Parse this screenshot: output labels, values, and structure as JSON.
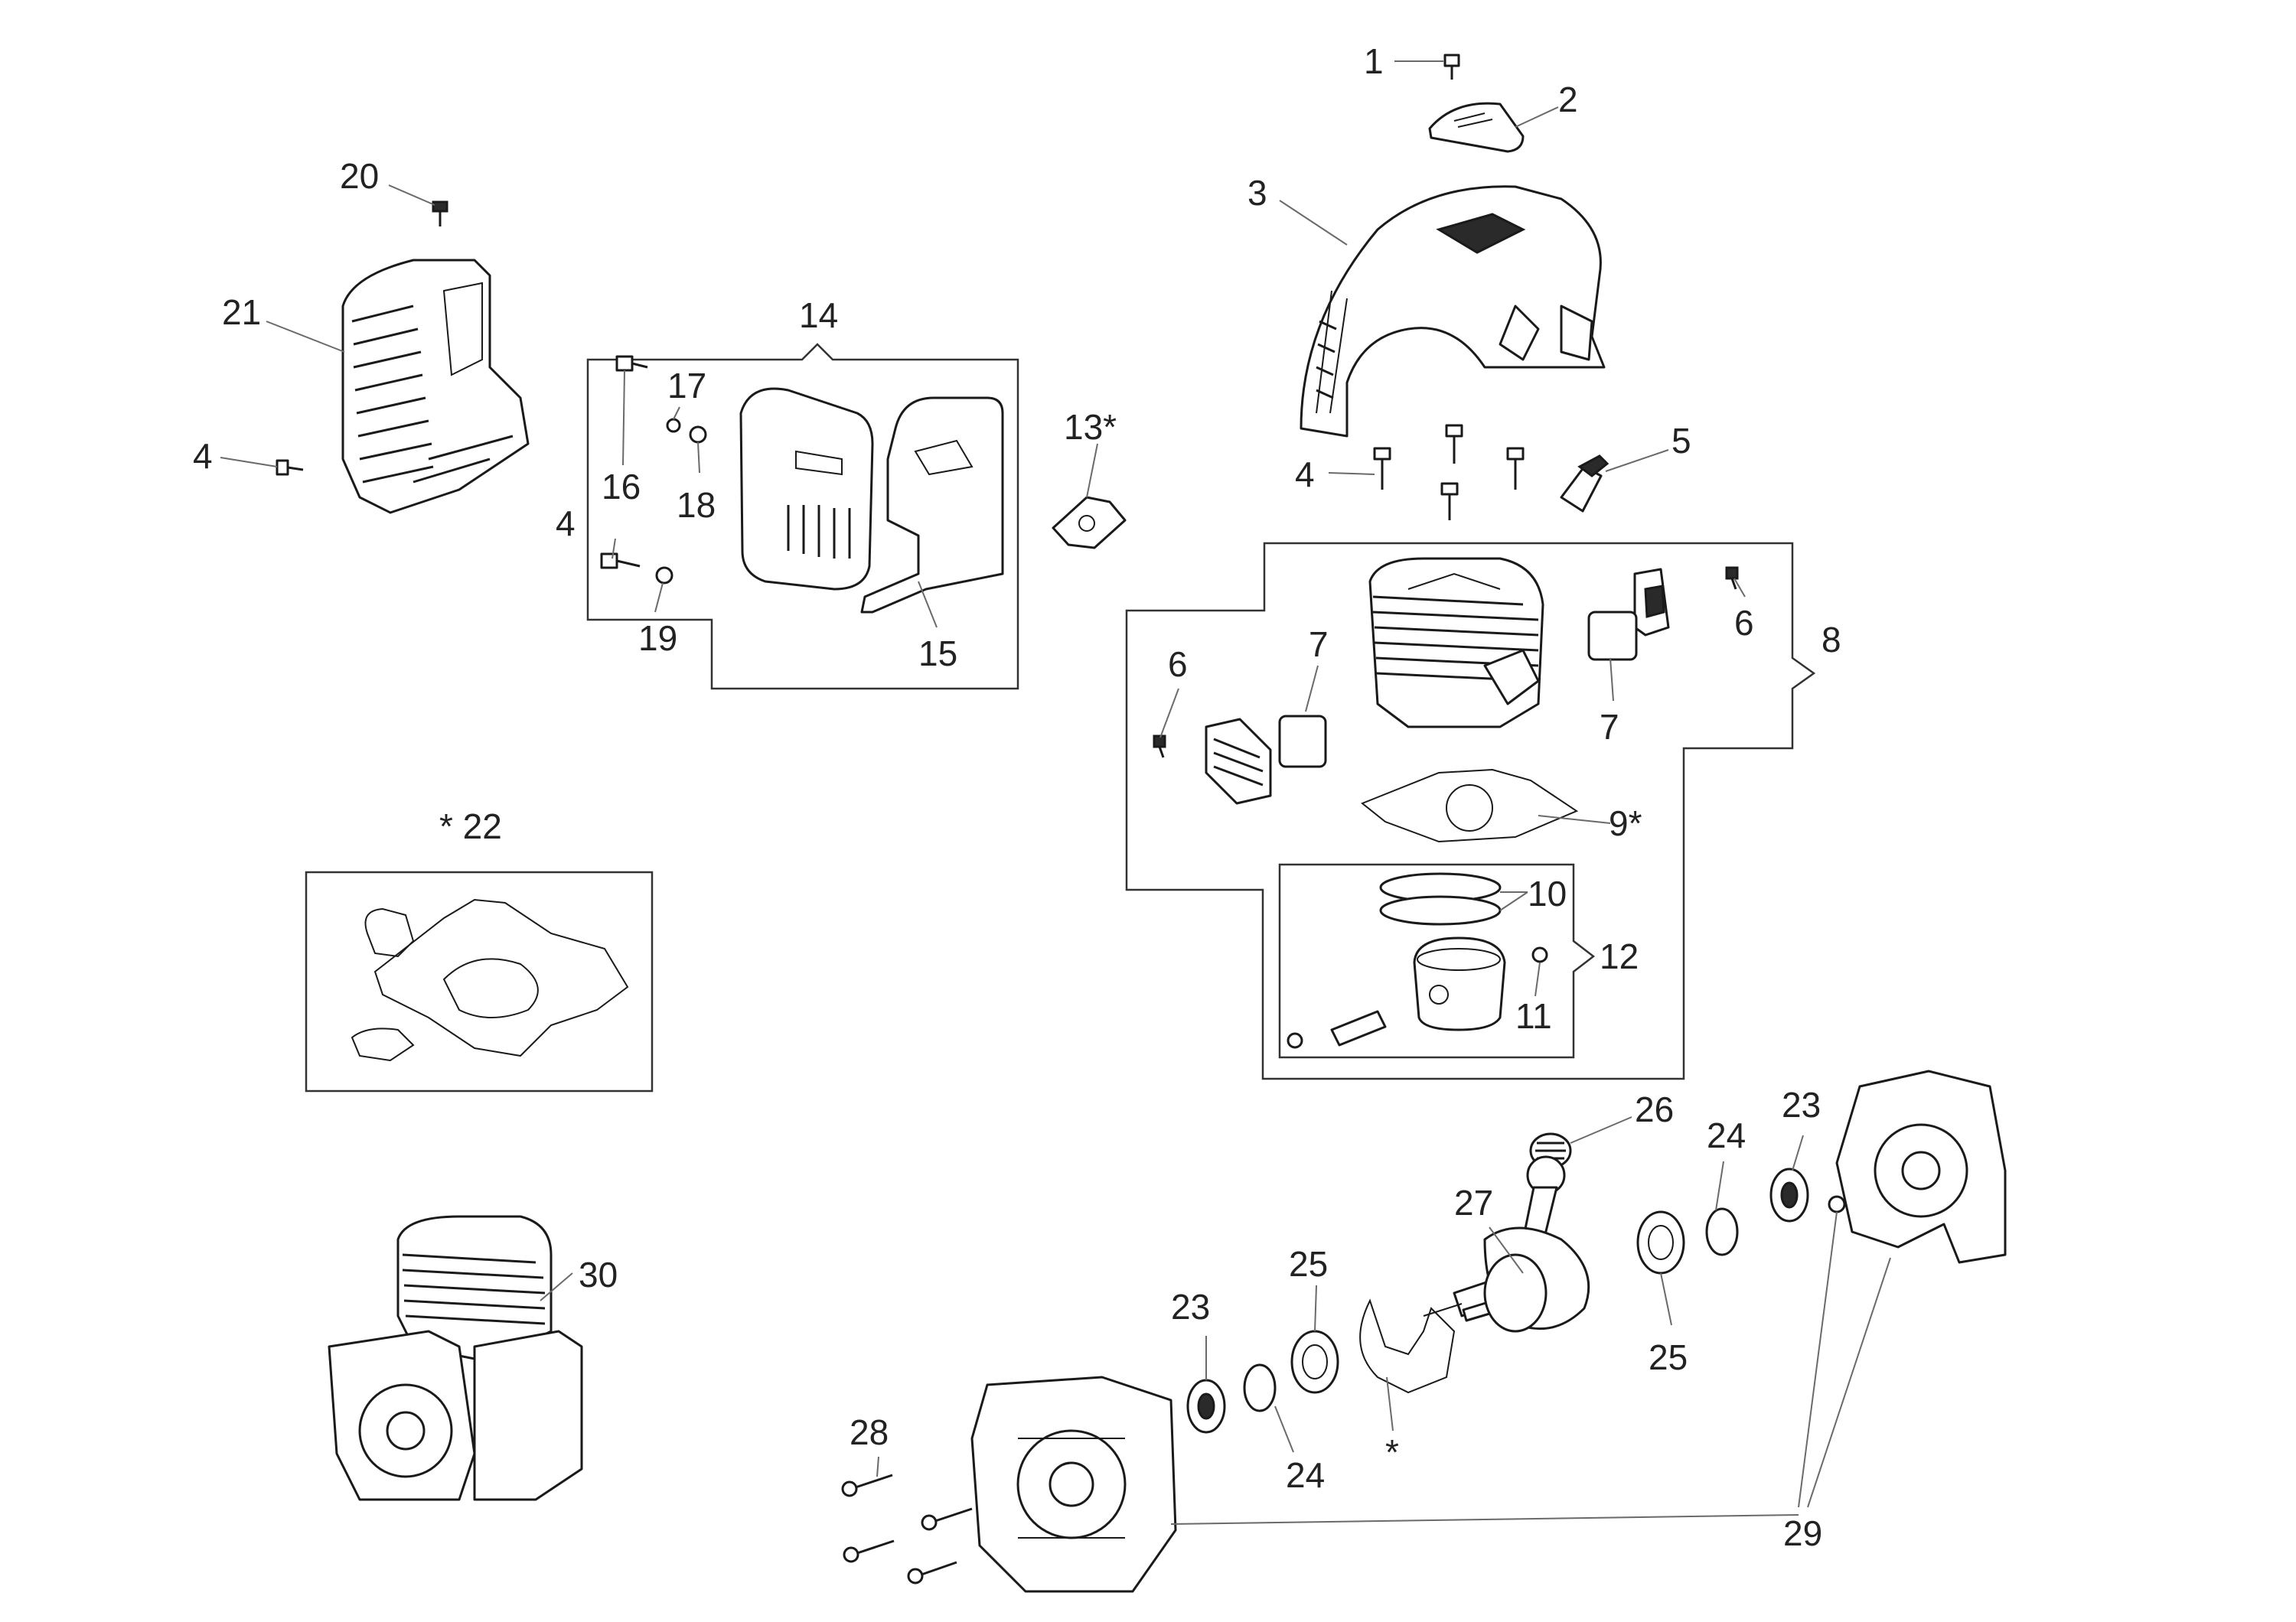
{
  "diagram": {
    "callouts": {
      "c1": "1",
      "c2": "2",
      "c3": "3",
      "c4a": "4",
      "c4b": "4",
      "c4c": "4",
      "c5": "5",
      "c6a": "6",
      "c6b": "6",
      "c7a": "7",
      "c7b": "7",
      "c8": "8",
      "c9": "9*",
      "c10": "10",
      "c11": "11",
      "c12": "12",
      "c13": "13*",
      "c14": "14",
      "c15": "15",
      "c16": "16",
      "c17": "17",
      "c18": "18",
      "c19": "19",
      "c20": "20",
      "c21": "21",
      "c22": "* 22",
      "c23a": "23",
      "c23b": "23",
      "c24a": "24",
      "c24b": "24",
      "c25a": "25",
      "c25b": "25",
      "c26": "26",
      "c27": "27",
      "c28": "28",
      "c29": "29",
      "c30": "30",
      "cstar": "*"
    }
  }
}
